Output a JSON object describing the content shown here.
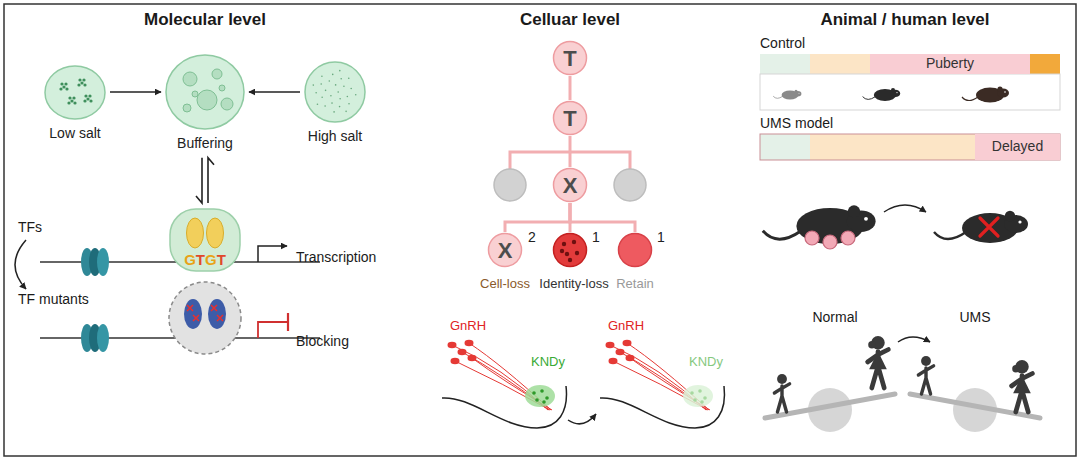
{
  "diagram": {
    "nodes": [
      {
        "text": [
          "Low salt"
        ]
      },
      {
        "text": [
          "Buffering"
        ]
      },
      {
        "text": [
          "High salt"
        ]
      },
      {
        "text": [
          "GTGT"
        ]
      },
      {
        "text": [
          "T"
        ]
      },
      {
        "text": [
          "T"
        ]
      },
      {
        "text": [
          "X"
        ]
      },
      {
        "text": [
          "X",
          "2",
          "Cell-loss"
        ]
      },
      {
        "text": [
          "1",
          "Identity-loss"
        ]
      },
      {
        "text": [
          "1",
          "Retain"
        ]
      },
      {
        "text": [
          "Puberty"
        ]
      },
      {
        "text": [
          "Delayed"
        ]
      }
    ],
    "edges": [
      {
        "from": 0,
        "to": 1,
        "arrow": "to"
      },
      {
        "from": 2,
        "to": 1,
        "arrow": "to"
      },
      {
        "from": 1,
        "to": 3,
        "arrow": "both"
      },
      {
        "from": 4,
        "to": 5,
        "arrow": "none"
      },
      {
        "from": 5,
        "to": 6,
        "arrow": "none"
      },
      {
        "from": 6,
        "to": 7,
        "arrow": "none"
      },
      {
        "from": 6,
        "to": 8,
        "arrow": "none"
      },
      {
        "from": 6,
        "to": 9,
        "arrow": "none"
      }
    ],
    "labels": [
      "Molecular level",
      "Celluar level",
      "Animal / human level",
      "TFs",
      "TF mutants",
      "Transcription",
      "Blocking",
      "GnRH",
      "KNDy",
      "GnRH",
      "KNDy",
      "Control",
      "UMS model",
      "Normal",
      "UMS"
    ]
  }
}
